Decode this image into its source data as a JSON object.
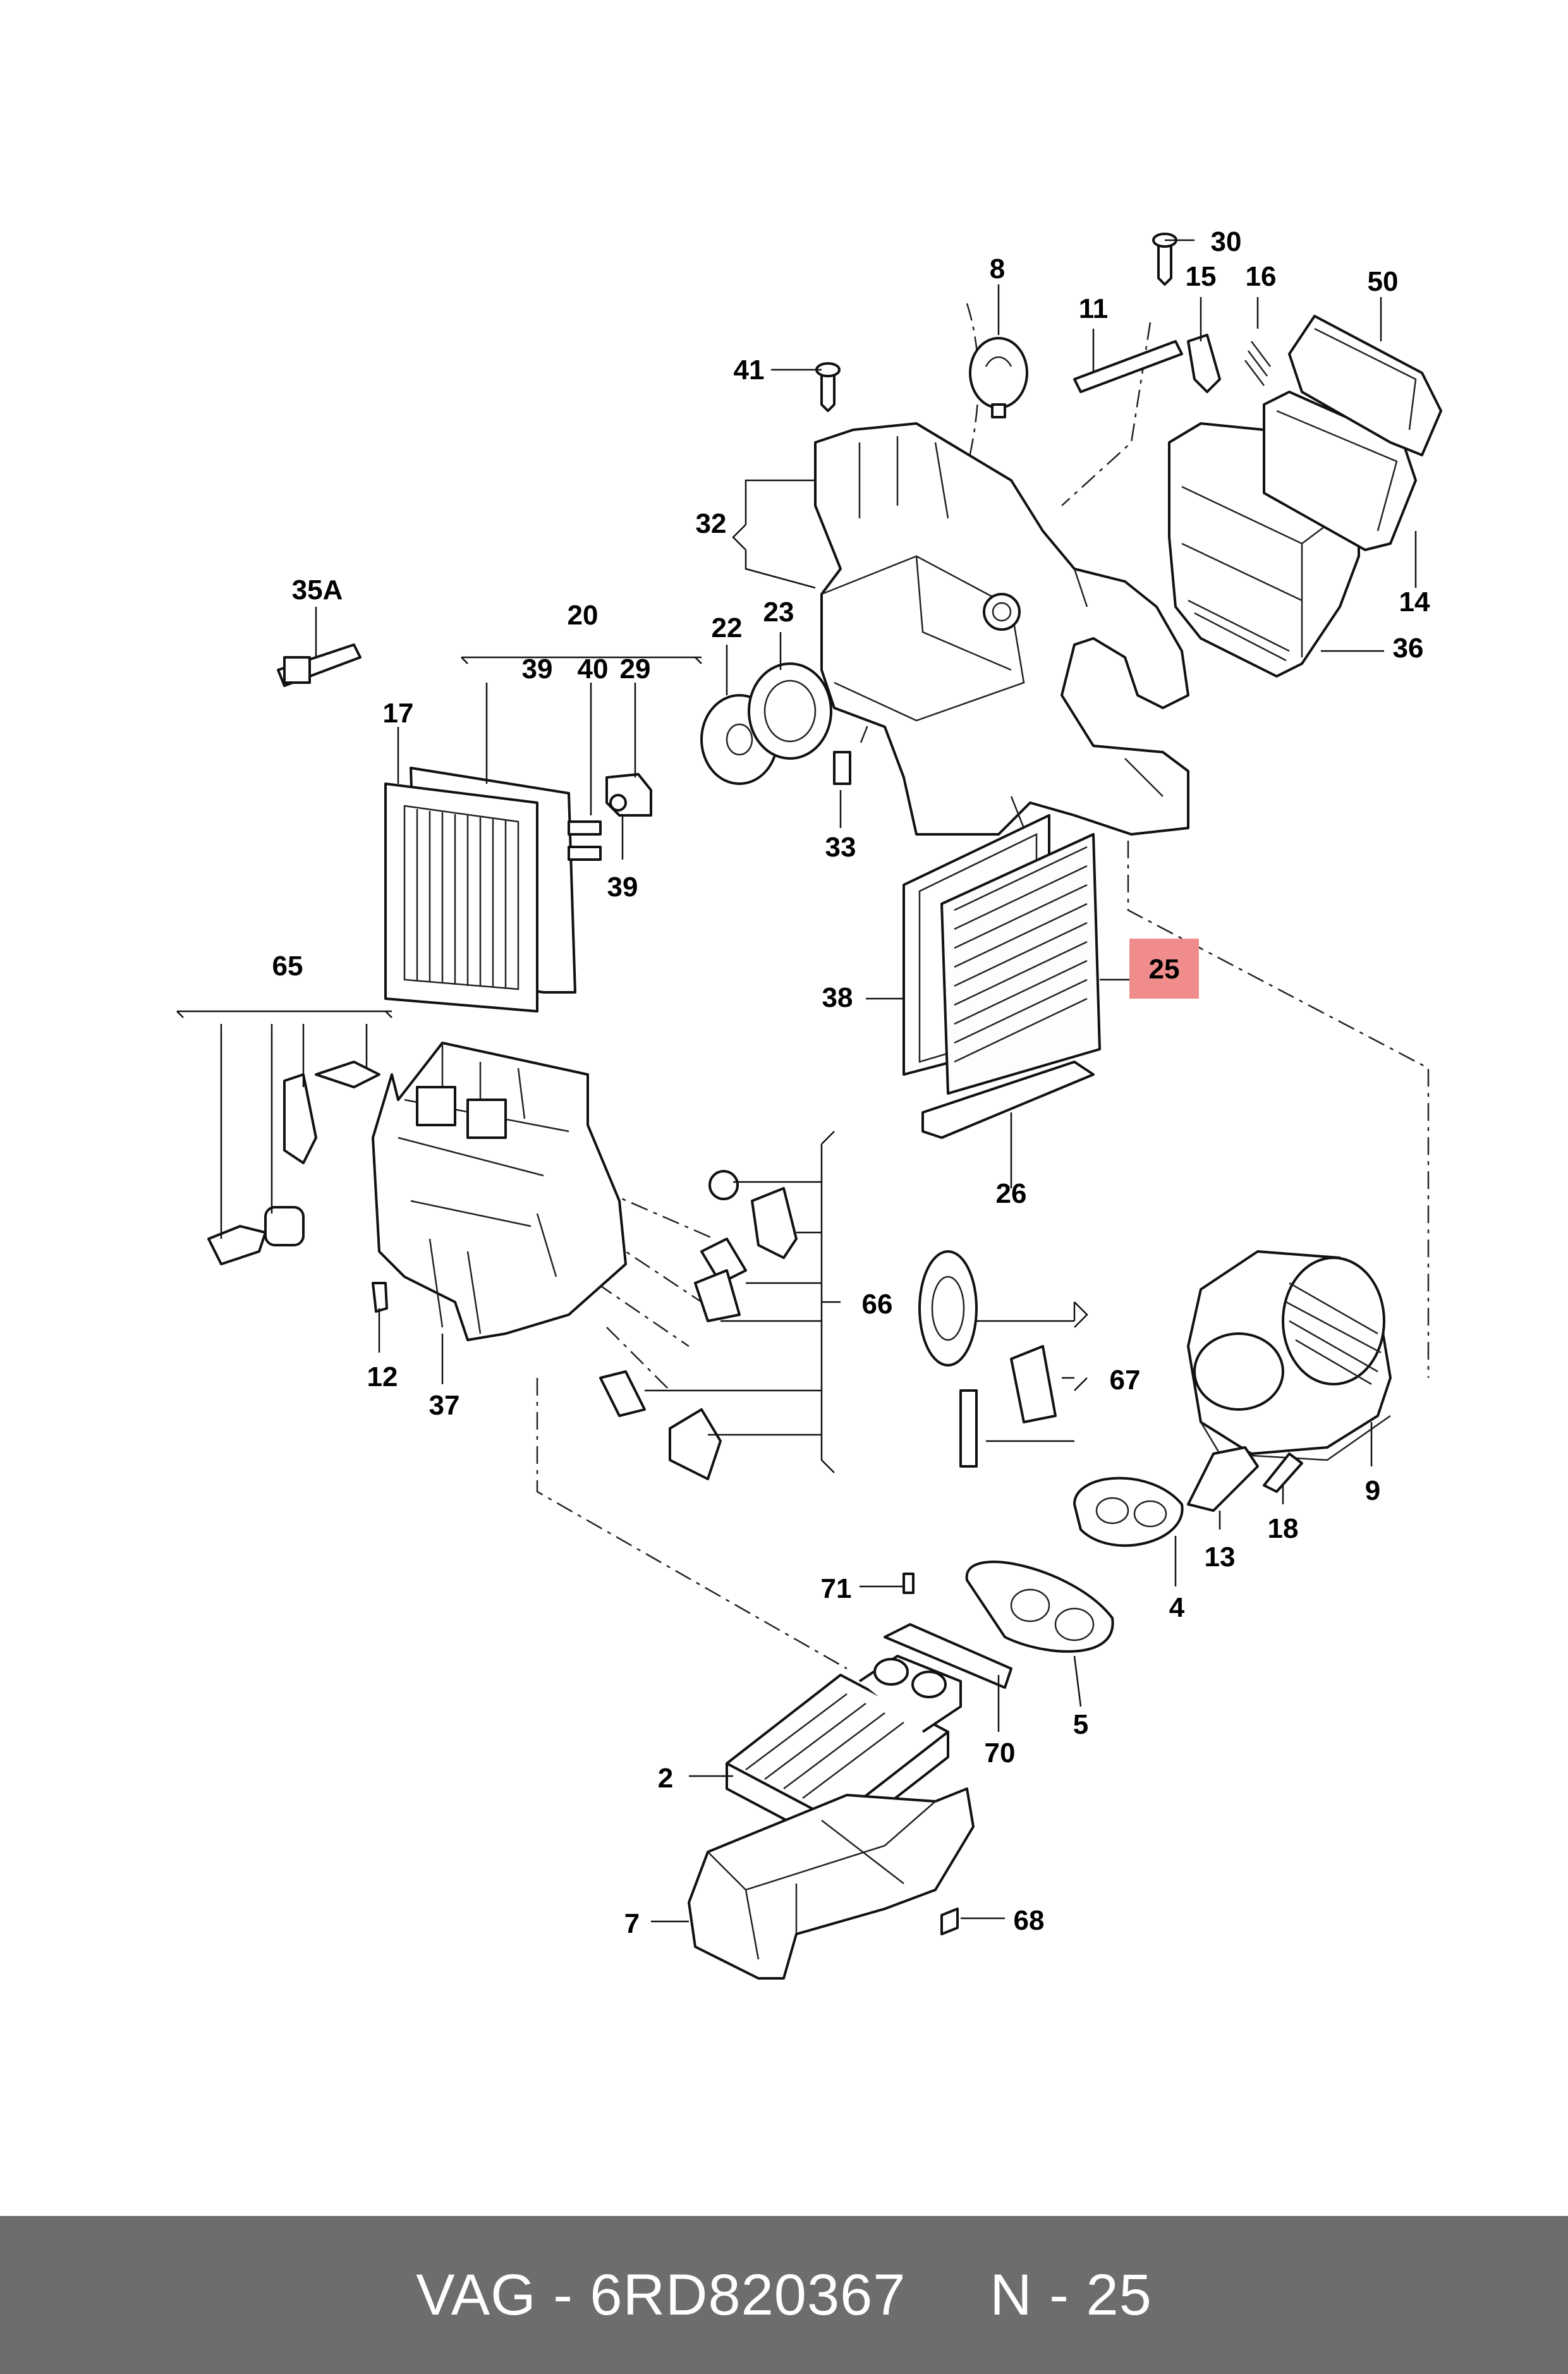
{
  "diagram": {
    "callouts": [
      "30",
      "15",
      "16",
      "50",
      "8",
      "11",
      "41",
      "32",
      "14",
      "36",
      "35A",
      "20",
      "39",
      "40",
      "29",
      "22",
      "23",
      "17",
      "39",
      "33",
      "25",
      "38",
      "65",
      "26",
      "66",
      "67",
      "12",
      "37",
      "9",
      "18",
      "13",
      "4",
      "71",
      "5",
      "70",
      "2",
      "7",
      "68"
    ],
    "highlight": {
      "label": "25",
      "color": "#f08c8c"
    }
  },
  "footer": {
    "text": "VAG - 6RD820367     N - 25",
    "background": "#6d6d6d",
    "color": "#ffffff"
  }
}
